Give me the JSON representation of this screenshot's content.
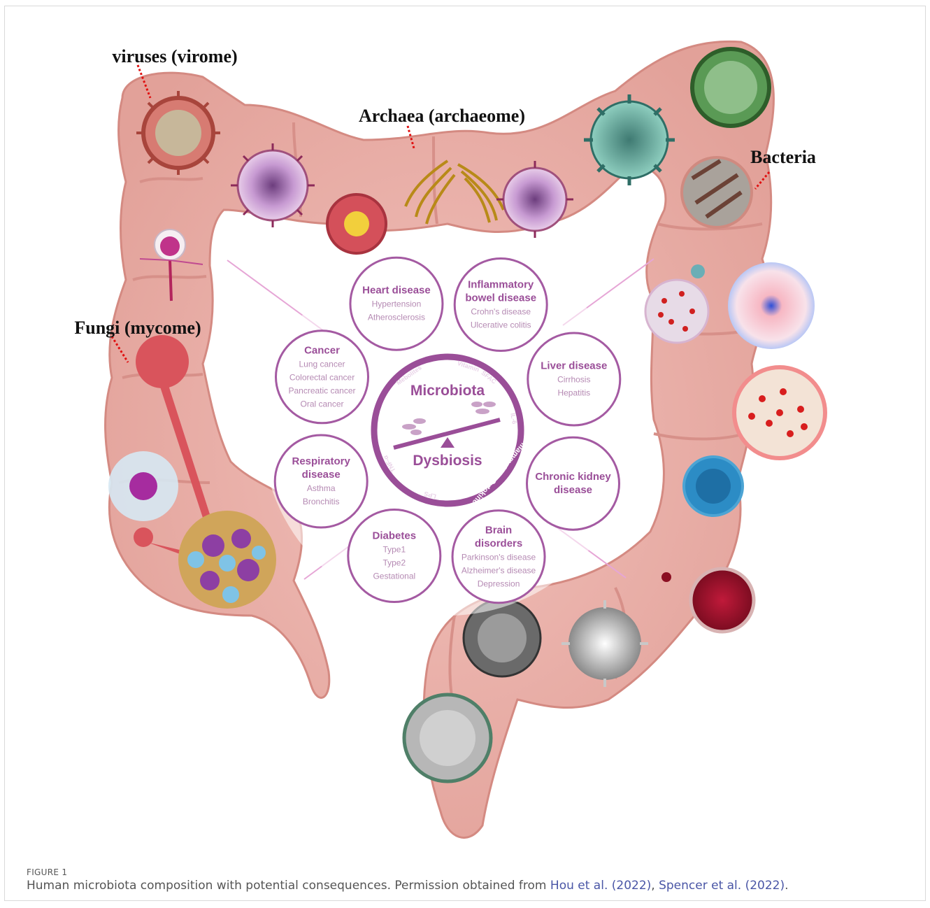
{
  "labels": {
    "viruses": "viruses (virome)",
    "archaea": "Archaea (archaeome)",
    "bacteria": "Bacteria",
    "fungi": "Fungi (mycome)"
  },
  "center": {
    "title": "Microbiota",
    "subtitle": "Dysbiosis",
    "ring_labels": [
      "Mebolites",
      "Vitamin",
      "SFAC",
      "IL-6",
      "Inflammatory Cytokines",
      "LPS",
      "TNF-α"
    ]
  },
  "diseases": [
    {
      "title_lines": [
        "Heart disease"
      ],
      "items": [
        "Hypertension",
        "Atherosclerosis"
      ]
    },
    {
      "title_lines": [
        "Inflammatory",
        "bowel disease"
      ],
      "items": [
        "Crohn's disease",
        "Ulcerative colitis"
      ]
    },
    {
      "title_lines": [
        "Liver disease"
      ],
      "items": [
        "Cirrhosis",
        "Hepatitis"
      ]
    },
    {
      "title_lines": [
        "Chronic kidney",
        "disease"
      ],
      "items": []
    },
    {
      "title_lines": [
        "Brain",
        "disorders"
      ],
      "items": [
        "Parkinson's disease",
        "Alzheimer's disease",
        "Depression"
      ]
    },
    {
      "title_lines": [
        "Diabetes"
      ],
      "items": [
        "Type1",
        "Type2",
        "Gestational"
      ]
    },
    {
      "title_lines": [
        "Respiratory",
        "disease"
      ],
      "items": [
        "Asthma",
        "Bronchitis"
      ]
    },
    {
      "title_lines": [
        "Cancer"
      ],
      "items": [
        "Lung cancer",
        "Colorectal cancer",
        "Pancreatic cancer",
        "Oral cancer"
      ]
    }
  ],
  "caption": {
    "figure_label": "FIGURE 1",
    "text": "Human microbiota composition with potential consequences. Permission obtained from ",
    "ref1": "Hou et al. (2022)",
    "separator": ", ",
    "ref2": "Spencer et al. (2022)",
    "end": "."
  },
  "colors": {
    "intestine": "#e9aaa4",
    "intestine_edge": "#d99089",
    "disease_accent": "#9a4e98",
    "label_arrow": "#e01010",
    "link": "#4a56a6"
  }
}
